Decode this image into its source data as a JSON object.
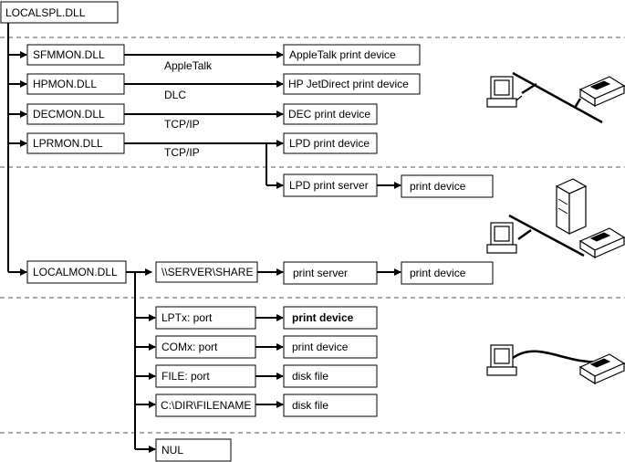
{
  "root": "LOCALSPL.DLL",
  "monitors": {
    "sfmmon": "SFMMON.DLL",
    "hpmon": "HPMON.DLL",
    "decmon": "DECMON.DLL",
    "lprmon": "LPRMON.DLL",
    "localmon": "LOCALMON.DLL"
  },
  "protocols": {
    "appletalk": "AppleTalk",
    "dlc": "DLC",
    "tcpip_dec": "TCP/IP",
    "tcpip_lpr": "TCP/IP"
  },
  "devices": {
    "appletalk_device": "AppleTalk print device",
    "hp_device": "HP JetDirect print device",
    "dec_device": "DEC print device",
    "lpd_device": "LPD print device",
    "lpd_server": "LPD print server",
    "lpd_server_device": "print device"
  },
  "local": {
    "share": "\\\\SERVER\\SHARE",
    "print_server": "print server",
    "share_device": "print device",
    "lpt_port": "LPTx: port",
    "lpt_device": "print device",
    "com_port": "COMx: port",
    "com_device": "print device",
    "file_port": "FILE: port",
    "file_target": "disk file",
    "dir_filename": "C:\\DIR\\FILENAME",
    "dir_target": "disk file",
    "nul": "NUL"
  },
  "icons": [
    "network-workstation-icon",
    "network-printer-icon",
    "server-tower-icon",
    "local-workstation-icon",
    "local-printer-icon"
  ]
}
